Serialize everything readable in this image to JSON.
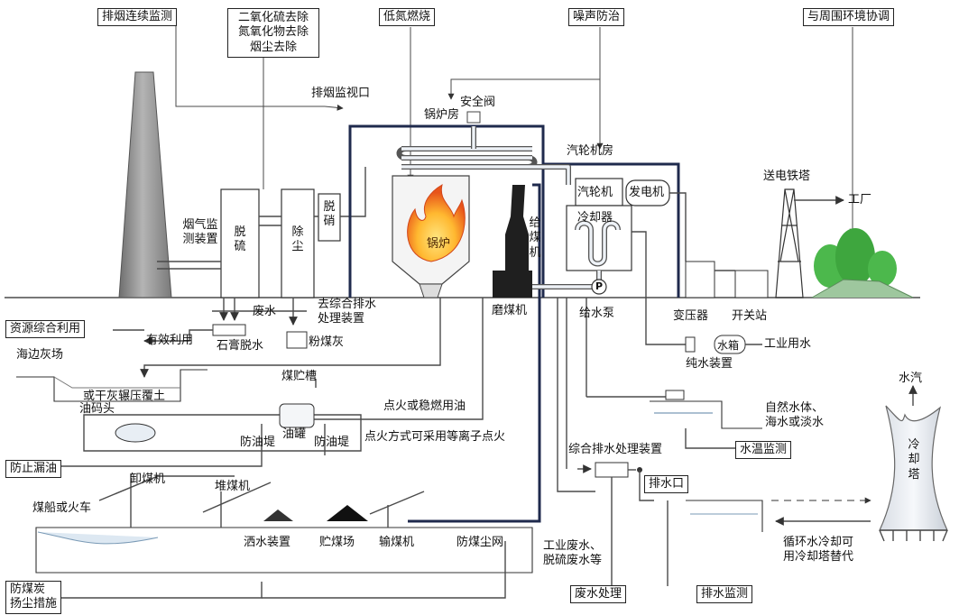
{
  "callouts": {
    "flue_monitoring": "排烟连续监测",
    "desulfur_denox_dust": "二氧化硫去除\n氮氧化物去除\n烟尘去除",
    "low_nox": "低氮燃烧",
    "noise": "噪声防治",
    "environment": "与周围环境协调",
    "resource_use": "资源综合利用",
    "oil_leak": "防止漏油",
    "dust_measures": "防煤炭\n扬尘措施",
    "wastewater_treatment": "废水处理",
    "discharge_monitoring": "排水监测",
    "water_temp_monitoring": "水温监测",
    "discharge_outlet": "排水口"
  },
  "equipment": {
    "flue_inspect": "排烟监视口",
    "safety_valve": "安全阀",
    "boiler_room": "锅炉房",
    "turbine_room": "汽轮机房",
    "turbine": "汽轮机",
    "generator": "发电机",
    "condenser": "冷却器",
    "feed_pump_symbol": "P",
    "feed_pump": "给水泵",
    "boiler": "锅炉",
    "coal_feeder": "给\n煤\n机",
    "mill": "磨煤机",
    "transformer": "变压器",
    "switchyard": "开关站",
    "tower": "送电铁塔",
    "factory": "工厂",
    "gas_monitor": "烟气监\n测装置",
    "desulfur": "脱\n硫",
    "dust": "除\n尘",
    "denox": "脱\n硝",
    "water_tank": "水箱",
    "industrial_water": "工业用水",
    "pure_water": "纯水装置",
    "cooling_tower": "冷\n却\n塔",
    "vapor": "水汽"
  },
  "flows": {
    "wastewater": "废水",
    "to_treatment": "去综合排水\n处理装置",
    "effective_use": "有效利用",
    "gypsum": "石膏脱水",
    "fly_ash": "粉煤灰",
    "coal_hopper": "煤贮槽",
    "ash_yard": "海边灰场",
    "dry_ash": "或干灰辗压覆土",
    "ignition_oil": "点火或稳燃用油",
    "oil_wharf": "油码头",
    "oil_tank": "油罐",
    "dike_left": "防油堤",
    "dike_right": "防油堤",
    "plasma": "点火方式可采用等离子点火",
    "integrated_treatment": "综合排水处理装置",
    "natural_water": "自然水体、\n海水或淡水",
    "recirculating": "循环水冷却可\n用冷却塔替代",
    "industrial_waste": "工业废水、\n脱硫废水等",
    "ship_unloader": "卸煤机",
    "stacker": "堆煤机",
    "ship_or_train": "煤船或火车",
    "sprinkler": "洒水装置",
    "coal_yard": "贮煤场",
    "conveyor": "输煤机",
    "dust_net": "防煤尘网"
  },
  "colors": {
    "stack_fill": "#8f8f8f",
    "flame_outer": "#f28a1e",
    "flame_inner": "#ffd24a",
    "tree_green": "#4cb84c",
    "navy_line": "#1f2a4d",
    "water_blue": "#dde8f2"
  }
}
